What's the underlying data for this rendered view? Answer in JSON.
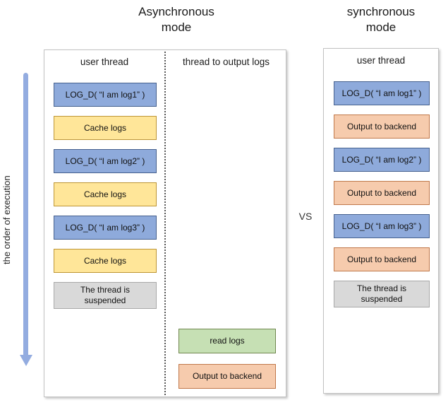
{
  "left_diagram": {
    "title_line1": "Asynchronous",
    "title_line2": "mode",
    "user_thread": {
      "header": "user thread",
      "boxes": [
        {
          "type": "log",
          "label": "LOG_D( “I am log1” )"
        },
        {
          "type": "cache",
          "label": "Cache logs"
        },
        {
          "type": "log",
          "label": "LOG_D( “I am log2” )"
        },
        {
          "type": "cache",
          "label": "Cache logs"
        },
        {
          "type": "log",
          "label": "LOG_D( “I am log3” )"
        },
        {
          "type": "cache",
          "label": "Cache logs"
        },
        {
          "type": "suspended",
          "label": "The thread is suspended"
        }
      ]
    },
    "output_thread": {
      "header": "thread to output logs",
      "boxes": [
        {
          "type": "read",
          "label": "read logs"
        },
        {
          "type": "output",
          "label": "Output to backend"
        }
      ]
    }
  },
  "right_diagram": {
    "title_line1": "synchronous",
    "title_line2": "mode",
    "user_thread": {
      "header": "user thread",
      "boxes": [
        {
          "type": "log",
          "label": "LOG_D( “I am log1” )"
        },
        {
          "type": "output",
          "label": "Output to backend"
        },
        {
          "type": "log",
          "label": "LOG_D( “I am log2” )"
        },
        {
          "type": "output",
          "label": "Output to backend"
        },
        {
          "type": "log",
          "label": "LOG_D( “I am log3” )"
        },
        {
          "type": "output",
          "label": "Output to backend"
        },
        {
          "type": "suspended",
          "label": "The thread is suspended"
        }
      ]
    }
  },
  "vs_label": "VS",
  "arrow_label": "the order of execution",
  "colors": {
    "arrow": "#93ACE0",
    "box_types": {
      "log": {
        "fill": "#8EAADB",
        "border": "#46618E"
      },
      "cache": {
        "fill": "#FFE699",
        "border": "#BD9535"
      },
      "read": {
        "fill": "#C6E0B4",
        "border": "#70874F"
      },
      "output": {
        "fill": "#F6CBAD",
        "border": "#C0784A"
      },
      "suspended": {
        "fill": "#D9D9D9",
        "border": "#A8A8A8"
      }
    }
  }
}
